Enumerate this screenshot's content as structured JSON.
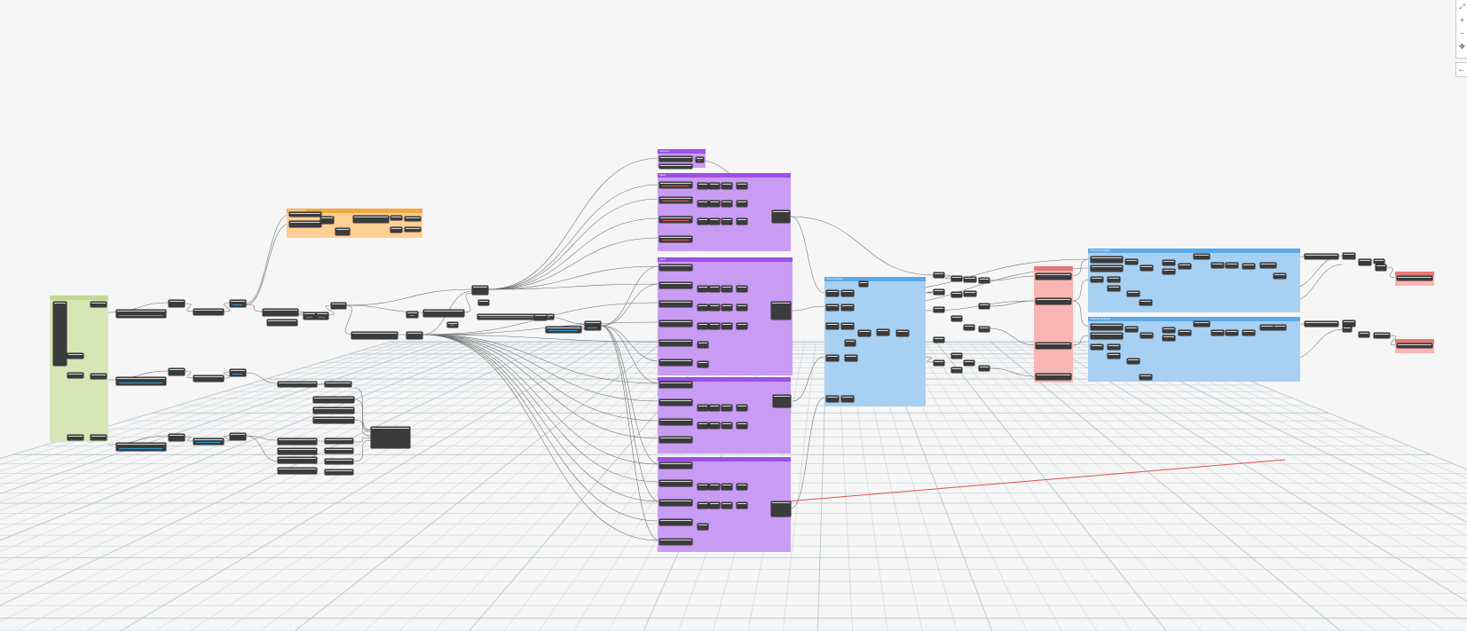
{
  "workspace": {
    "background_color": "#f6f6f6",
    "grid_color": "#b8c6cf",
    "x_axis_color": "#d9524a"
  },
  "groups": [
    {
      "id": "inputs",
      "color": "#d7e6b5",
      "header_color": "#c4d98e",
      "title": ""
    },
    {
      "id": "orange",
      "color": "#ffcf94",
      "header_color": "#f2a945",
      "title": "Dimensionless"
    },
    {
      "id": "purple-top",
      "color": "#c99cf4",
      "header_color": "#9d50e8",
      "title": "Sensors"
    },
    {
      "id": "purple-1",
      "color": "#c99cf4",
      "header_color": "#9d50e8",
      "title": "Input"
    },
    {
      "id": "purple-2",
      "color": "#c99cf4",
      "header_color": "#9d50e8",
      "title": "Input"
    },
    {
      "id": "purple-3",
      "color": "#c99cf4",
      "header_color": "#9d50e8",
      "title": ""
    },
    {
      "id": "purple-4",
      "color": "#c99cf4",
      "header_color": "#9d50e8",
      "title": ""
    },
    {
      "id": "blue-mid",
      "color": "#a8d0f2",
      "header_color": "#5aa9e8",
      "title": "Point Analysis"
    },
    {
      "id": "red-mid",
      "color": "#f9b5b3",
      "header_color": "#e67773",
      "title": ""
    },
    {
      "id": "blue-r1",
      "color": "#a8d0f2",
      "header_color": "#5aa9e8",
      "title": "Thermal Analysis"
    },
    {
      "id": "blue-r2",
      "color": "#a8d0f2",
      "header_color": "#5aa9e8",
      "title": "Thermal Analysis"
    },
    {
      "id": "red-r1",
      "color": "#f9b5b3",
      "header_color": "#e67773",
      "title": ""
    },
    {
      "id": "red-r2",
      "color": "#f9b5b3",
      "header_color": "#e67773",
      "title": ""
    }
  ],
  "view_controls": {
    "buttons": [
      {
        "icon": "zoom-fit-icon",
        "glyph": "⤢"
      },
      {
        "icon": "zoom-in-icon",
        "glyph": "+"
      },
      {
        "icon": "zoom-out-icon",
        "glyph": "−"
      },
      {
        "icon": "pan-icon",
        "glyph": "✥"
      }
    ],
    "back_icon": "arrow-left-icon",
    "back_glyph": "←"
  }
}
